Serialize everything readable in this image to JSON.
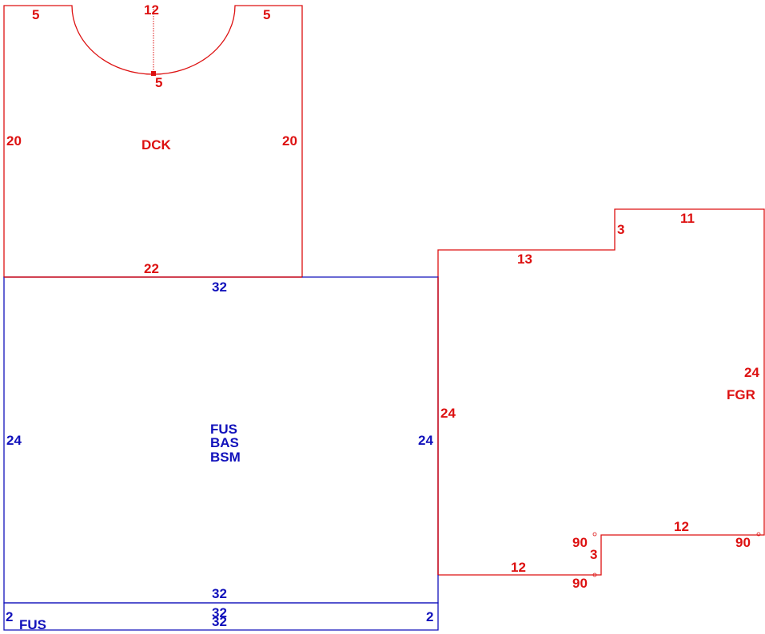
{
  "colors": {
    "red": "#dd1111",
    "blue": "#1111bb"
  },
  "dck": {
    "name": "DCK",
    "top_left": "5",
    "top_right": "5",
    "cutout_width": "12",
    "cutout_depth": "5",
    "left": "20",
    "right": "20",
    "bottom": "22"
  },
  "main": {
    "names": [
      "FUS",
      "BAS",
      "BSM"
    ],
    "top": "32",
    "left": "24",
    "right": "24",
    "bottom": "32"
  },
  "strip": {
    "name": "FUS",
    "top": "32",
    "bottom": "32",
    "left": "2",
    "right": "2"
  },
  "fgr": {
    "name": "FGR",
    "top_upper": "11",
    "step_top": "3",
    "top_lower": "13",
    "left": "24",
    "right": "24",
    "bottom_upper": "12",
    "step_bottom": "3",
    "bottom_lower": "12",
    "angle_top_right": "90",
    "angle_step_top": "90",
    "angle_step_bottom": "90"
  }
}
